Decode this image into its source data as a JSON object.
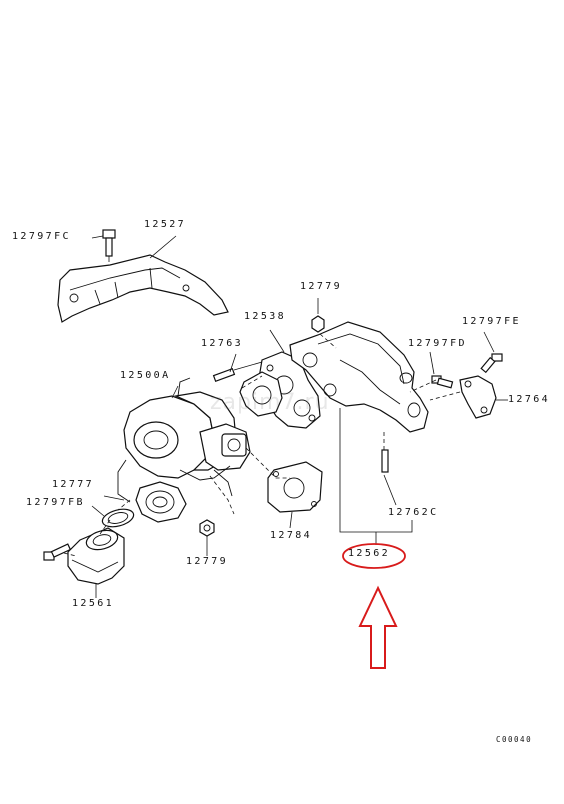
{
  "diagram": {
    "labels": {
      "p12797FC": "12797FC",
      "p12527": "12527",
      "p12779_top": "12779",
      "p12797FE": "12797FE",
      "p12538": "12538",
      "p12763": "12763",
      "p12797FD": "12797FD",
      "p12500A": "12500A",
      "p12764": "12764",
      "p12777": "12777",
      "p12797FB": "12797FB",
      "p12762C": "12762C",
      "p12784": "12784",
      "p12562": "12562",
      "p12779_bottom": "12779",
      "p12561": "12561"
    },
    "drawing_code": "C00040",
    "watermark": "zapim7.ru",
    "highlight_color": "#d81b1b",
    "line_color": "#111111"
  }
}
